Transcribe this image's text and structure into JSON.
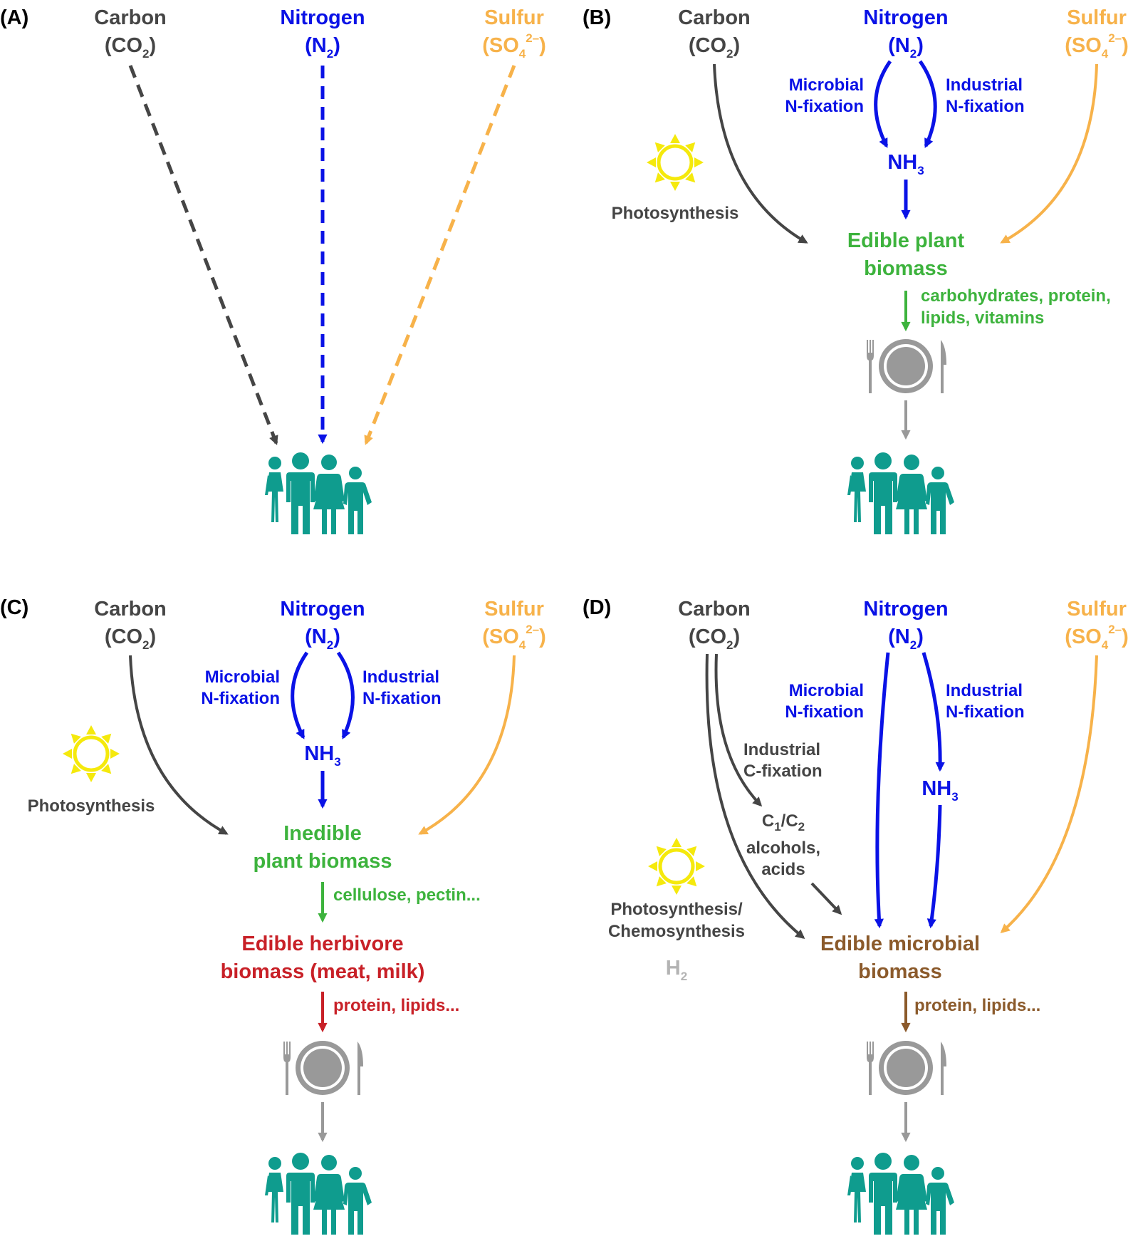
{
  "colors": {
    "carbon": "#454545",
    "nitrogen": "#0a12e6",
    "sulfur": "#f7b24a",
    "plant": "#3db33d",
    "herbivore": "#c82027",
    "microbial": "#8b5a2b",
    "plate": "#999999",
    "people": "#0f9c8e",
    "sun": "#f5e90c",
    "h2": "#b3b3b3"
  },
  "icons": [
    "sun-icon",
    "plate-icon",
    "fork-icon",
    "knife-icon",
    "people-icon"
  ],
  "panels": {
    "a": {
      "letter": "(A)",
      "carbon": {
        "title": "Carbon",
        "formula_open": "(CO",
        "formula_sub": "2",
        "formula_close": ")"
      },
      "nitrogen": {
        "title": "Nitrogen",
        "formula_open": "(N",
        "formula_sub": "2",
        "formula_close": ")"
      },
      "sulfur": {
        "title": "Sulfur",
        "formula_open": "(SO",
        "formula_sub": "4",
        "formula_sup": "2–",
        "formula_close": ")"
      }
    },
    "b": {
      "letter": "(B)",
      "carbon": {
        "title": "Carbon",
        "formula_open": "(CO",
        "formula_sub": "2",
        "formula_close": ")"
      },
      "nitrogen": {
        "title": "Nitrogen",
        "formula_open": "(N",
        "formula_sub": "2",
        "formula_close": ")"
      },
      "sulfur": {
        "title": "Sulfur",
        "formula_open": "(SO",
        "formula_sub": "4",
        "formula_sup": "2–",
        "formula_close": ")"
      },
      "microbial_fix": [
        "Microbial",
        "N-fixation"
      ],
      "industrial_fix": [
        "Industrial",
        "N-fixation"
      ],
      "nh3": {
        "base": "NH",
        "sub": "3"
      },
      "photosynthesis": "Photosynthesis",
      "biomass": [
        "Edible plant",
        "biomass"
      ],
      "nutrients": [
        "carbohydrates, protein,",
        "lipids, vitamins"
      ]
    },
    "c": {
      "letter": "(C)",
      "carbon": {
        "title": "Carbon",
        "formula_open": "(CO",
        "formula_sub": "2",
        "formula_close": ")"
      },
      "nitrogen": {
        "title": "Nitrogen",
        "formula_open": "(N",
        "formula_sub": "2",
        "formula_close": ")"
      },
      "sulfur": {
        "title": "Sulfur",
        "formula_open": "(SO",
        "formula_sub": "4",
        "formula_sup": "2–",
        "formula_close": ")"
      },
      "microbial_fix": [
        "Microbial",
        "N-fixation"
      ],
      "industrial_fix": [
        "Industrial",
        "N-fixation"
      ],
      "nh3": {
        "base": "NH",
        "sub": "3"
      },
      "photosynthesis": "Photosynthesis",
      "biomass": [
        "Inedible",
        "plant biomass"
      ],
      "plant_nutrients": "cellulose, pectin...",
      "herbivore": [
        "Edible herbivore",
        "biomass (meat, milk)"
      ],
      "herbivore_nutrients": "protein, lipids..."
    },
    "d": {
      "letter": "(D)",
      "carbon": {
        "title": "Carbon",
        "formula_open": "(CO",
        "formula_sub": "2",
        "formula_close": ")"
      },
      "nitrogen": {
        "title": "Nitrogen",
        "formula_open": "(N",
        "formula_sub": "2",
        "formula_close": ")"
      },
      "sulfur": {
        "title": "Sulfur",
        "formula_open": "(SO",
        "formula_sub": "4",
        "formula_sup": "2–",
        "formula_close": ")"
      },
      "microbial_fix": [
        "Microbial",
        "N-fixation"
      ],
      "industrial_fix": [
        "Industrial",
        "N-fixation"
      ],
      "nh3": {
        "base": "NH",
        "sub": "3"
      },
      "c_fixation": [
        "Industrial",
        "C-fixation"
      ],
      "c1c2": {
        "c": "C",
        "sub1": "1",
        "slash": "/C",
        "sub2": "2"
      },
      "alcohols": [
        "alcohols,",
        "acids"
      ],
      "photosynthesis": [
        "Photosynthesis/",
        "Chemosynthesis"
      ],
      "h2": {
        "base": "H",
        "sub": "2"
      },
      "biomass": [
        "Edible microbial",
        "biomass"
      ],
      "nutrients": "protein, lipids..."
    }
  }
}
